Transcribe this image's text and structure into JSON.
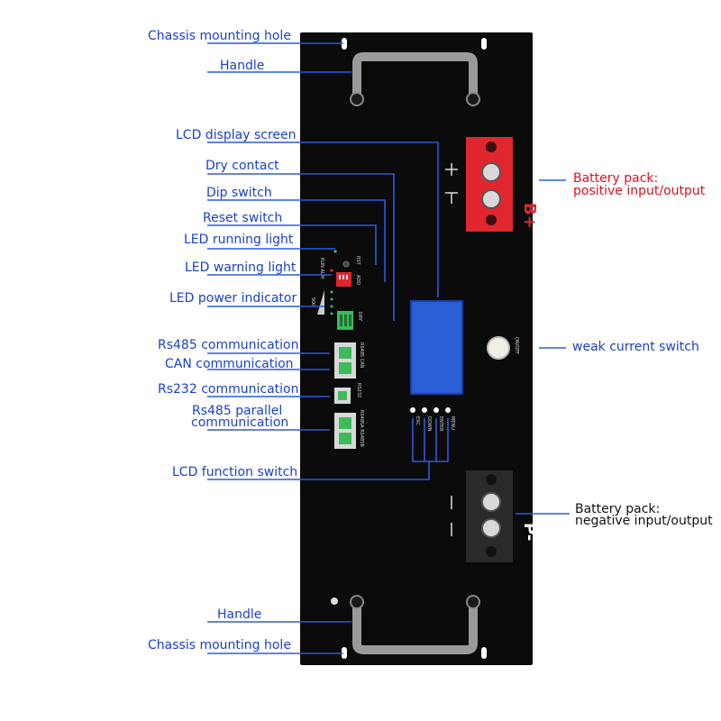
{
  "labels": {
    "chassis_top": "Chassis mounting hole",
    "handle_top": "Handle",
    "lcd_screen": "LCD display screen",
    "dry_contact": "Dry contact",
    "dip_switch": "Dip switch",
    "reset_switch": "Reset switch",
    "led_running": "LED running light",
    "led_warning": "LED warning light",
    "led_power": "LED power indicator",
    "rs485": "Rs485 communication",
    "can": "CAN communication",
    "rs232": "Rs232 communication",
    "rs485_parallel_1": "Rs485 parallel",
    "rs485_parallel_2": "communication",
    "lcd_function": "LCD function switch",
    "handle_bottom": "Handle",
    "chassis_bottom": "Chassis mounting hole",
    "weak_switch": "weak current switch",
    "pos_1": "Battery pack:",
    "pos_2": "positive input/output",
    "neg_1": "Battery pack:",
    "neg_2": "negative input/output"
  },
  "panel": {
    "b_plus": "B+",
    "p_minus": "P-",
    "run": "RUN",
    "alm": "ALM",
    "soc": "SOC",
    "rst": "RST",
    "add": "ADD",
    "dry": "DRY",
    "rs485_can": "RS485 CAN",
    "rs232": "RS232",
    "rs485a_b": "RS485A RS485B",
    "esc": "ESC",
    "down": "DOWN",
    "enter": "ENTER",
    "menu": "MENU",
    "on_off": "ON/OFF"
  },
  "colors": {
    "panel": "#0b0b0b",
    "label_blue": "#1a3fd0",
    "leader_blue": "#2b5be0",
    "terminal_red": "#e2262d",
    "lcd_blue": "#2a5fd6",
    "port_green": "#3dbb5a"
  }
}
